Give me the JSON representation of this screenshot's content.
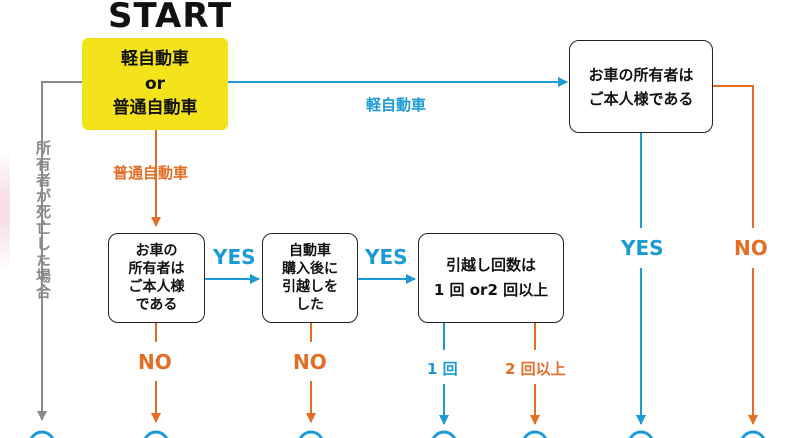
{
  "start_label": "START",
  "nodes": {
    "vehicle_type": {
      "lines": [
        "軽自動車",
        "or",
        "普通自動車"
      ]
    },
    "owner_top": {
      "lines": [
        "お車の所有者は",
        "ご本人様である"
      ]
    },
    "owner_left": {
      "lines": [
        "お車の",
        "所有者は",
        "ご本人様",
        "である"
      ]
    },
    "moved_after_purchase": {
      "lines": [
        "自動車",
        "購入後に",
        "引越しを",
        "した"
      ]
    },
    "move_count": {
      "lines": [
        "引越し回数は",
        "1 回 or2 回以上"
      ]
    }
  },
  "edge_labels": {
    "kei": "軽自動車",
    "futsu": "普通自動車",
    "deceased": "所有者が死亡した場合",
    "yes_1": "YES",
    "yes_2": "YES",
    "yes_top": "YES",
    "no_top": "NO",
    "no_1": "NO",
    "no_2": "NO",
    "once": "1 回",
    "twice_or_more": "2 回以上"
  },
  "colors": {
    "yellow": "#f4e21a",
    "blue": "#1c9ad6",
    "orange": "#e46d25",
    "gray": "#8a8a8a",
    "box_border": "#222222"
  }
}
